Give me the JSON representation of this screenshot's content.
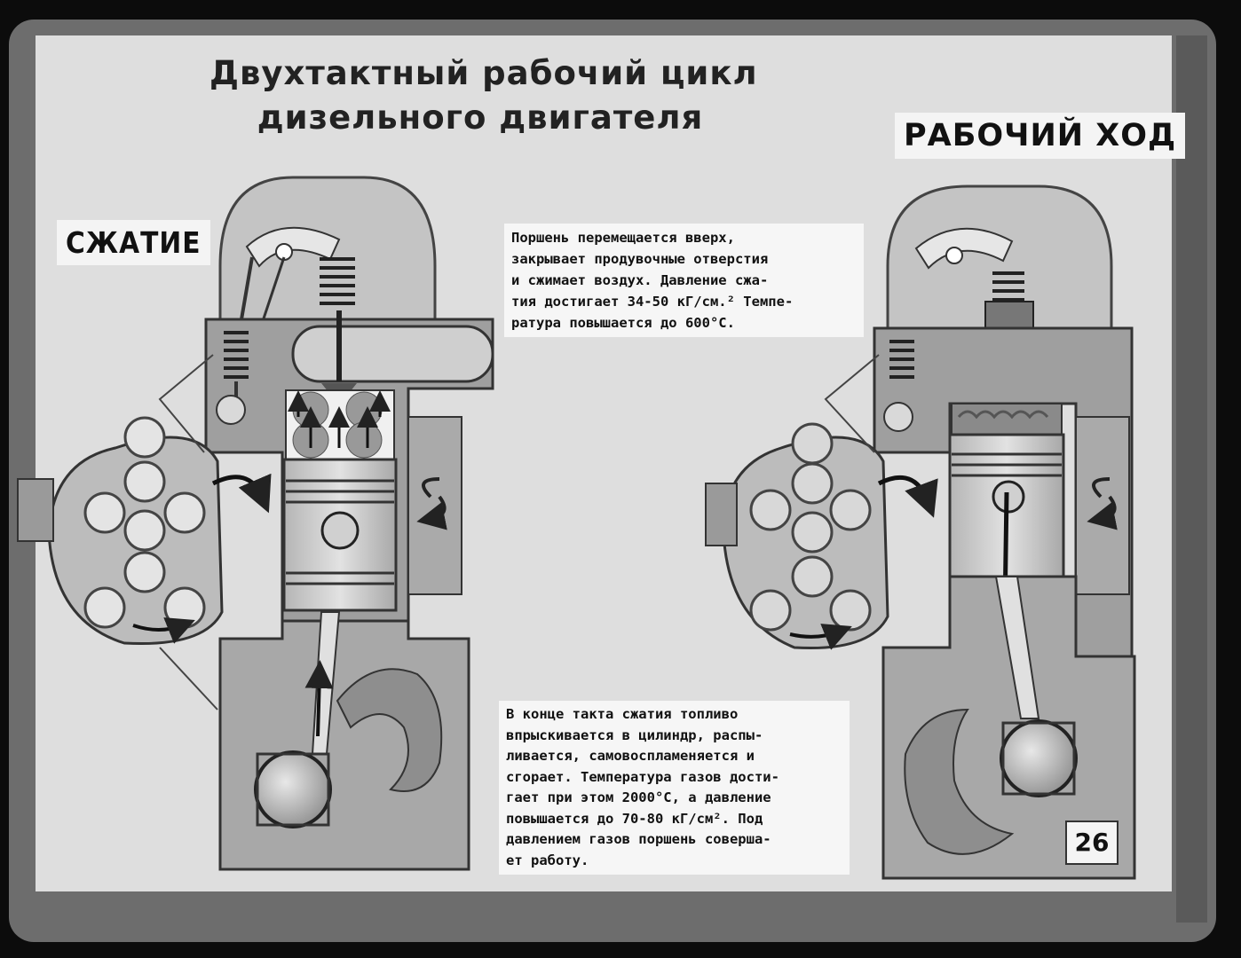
{
  "title": {
    "line1": "Двухтактный рабочий цикл",
    "line2": "дизельного двигателя"
  },
  "left_label": "СЖАТИЕ",
  "right_label": "РАБОЧИЙ ХОД",
  "note_top": {
    "lines": [
      "Поршень  перемещается  вверх,",
      "закрывает продувочные отверстия",
      "и сжимает воздух. Давление сжа-",
      "тия достигает 34-50 кГ/см.² Темпе-",
      "ратура повышается до 600°С."
    ]
  },
  "note_bottom": {
    "lines": [
      "В  конце  такта  сжатия  топливо",
      "впрыскивается  в  цилиндр,  распы-",
      "ливается,   самовоспламеняется   и",
      "сгорает. Температура газов дости-",
      "гает  при  этом  2000°С,  а  давление",
      "повышается  до  70-80  кГ/см². Под",
      "давлением газов поршень соверша-",
      "ет  работу."
    ]
  },
  "page_number": "26"
}
